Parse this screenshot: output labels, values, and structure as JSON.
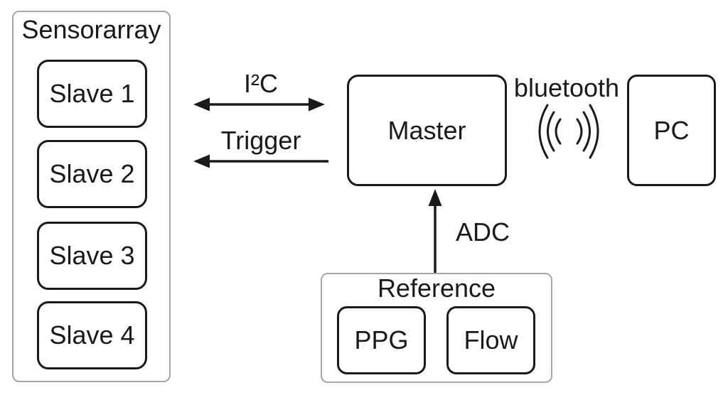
{
  "sensorarray": {
    "title": "Sensorarray",
    "slaves": [
      "Slave 1",
      "Slave 2",
      "Slave 3",
      "Slave 4"
    ]
  },
  "master": {
    "label": "Master"
  },
  "pc": {
    "label": "PC"
  },
  "reference": {
    "title": "Reference",
    "modules": [
      "PPG",
      "Flow"
    ]
  },
  "connections": {
    "i2c_label": "I²C",
    "trigger_label": "Trigger",
    "adc_label": "ADC",
    "bluetooth_label": "bluetooth"
  },
  "icons": {
    "bluetooth_waves": "radio-waves-icon"
  },
  "colors": {
    "box_border": "#1a1a1a",
    "group_border": "#a6a6a6",
    "text": "#1a1a1a",
    "background": "#ffffff"
  }
}
